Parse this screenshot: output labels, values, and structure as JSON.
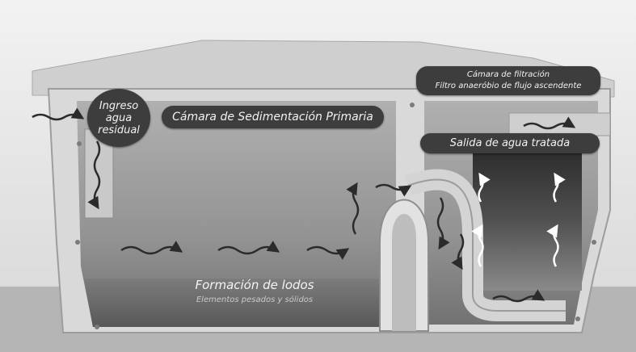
{
  "labels": {
    "inlet": "Ingreso agua residual",
    "primary_chamber": "Cámara de Sedimentación Primaria",
    "filtration_line1": "Cámara de filtración",
    "filtration_line2": "Filtro anaeróbio de flujo ascendente",
    "outlet": "Salida de agua tratada",
    "sludge_title": "Formación de lodos",
    "sludge_subtitle": "Elementos pesados y sólidos"
  },
  "colors": {
    "background": "#e9e9e9",
    "tank_body": "#9a9a9a",
    "tank_wall": "#d9d9d9",
    "sludge": "#6b6b6b",
    "filter_media": "#3a3a3a",
    "label_pill": "#3d3d3d",
    "label_text": "#f2f2f2",
    "flow_arrow": "#2b2b2b",
    "upflow_arrow": "#ffffff"
  },
  "icons": [
    "wavy-flow-arrow-icon",
    "upflow-arrow-icon",
    "bolt-icon"
  ]
}
